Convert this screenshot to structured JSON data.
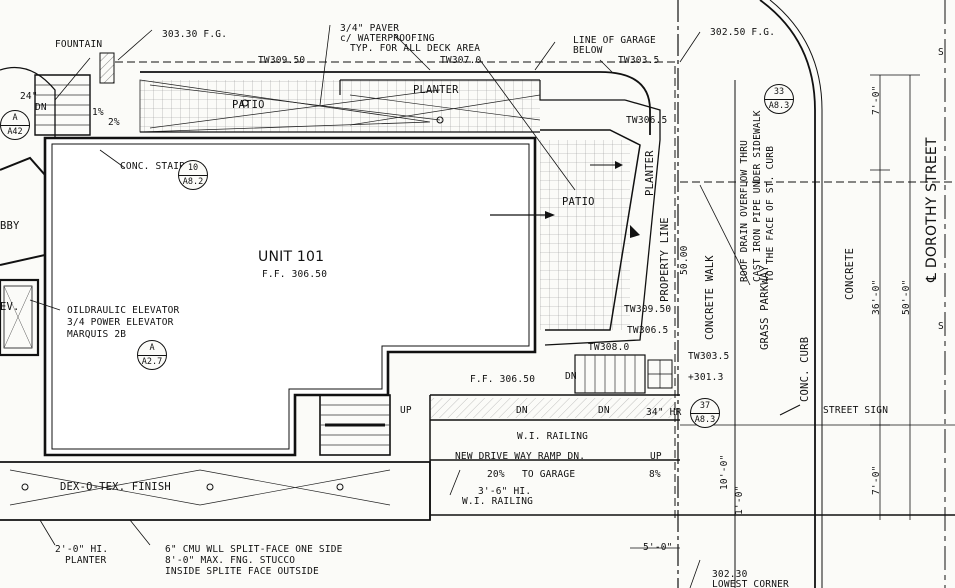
{
  "rooms": {
    "unit": "UNIT 101",
    "unit_ff": "F.F. 306.50",
    "patio_left": "PATIO",
    "patio_right": "PATIO",
    "lobby": "BBY",
    "elev": "EV."
  },
  "notes": {
    "fountain": "FOUNTAIN",
    "fg_30330": "303.30 F.G.",
    "paver": "3/4\" PAVER",
    "waterproofing": "c/ WATERPROOFING",
    "typ_deck": "TYP. FOR ALL DECK AREA",
    "tw_30950": "TW309.50",
    "tw_3070": "TW307.0",
    "line_garage_1": "LINE OF GARAGE",
    "line_garage_2": "BELOW",
    "tw_3033": "TW303.5",
    "fg_30250": "302.50 F.G.",
    "planter_top": "PLANTER",
    "planter_right": "PLANTER",
    "property_line": "PROPERTY LINE",
    "tw_3065a": "TW306.5",
    "tw_30930": "TW309.50",
    "tw_3065b": "TW306.5",
    "tw_3080": "TW308.0",
    "tw_3033b": "TW303.5",
    "el_3013": "+301.3",
    "ff_30650b": "F.F. 306.50",
    "dn1": "DN",
    "dn2": "DN",
    "dn3": "DN",
    "dn4": "DN",
    "dn5": "DN",
    "up1": "UP",
    "up2": "UP",
    "hr_34": "34\" HR",
    "wi_railing": "W.I. RAILING",
    "ramp": "NEW DRIVE WAY RAMP DN.",
    "pct20": "20%",
    "to_garage": "TO GARAGE",
    "pct8": "8%",
    "dexotex": "DEX-O-TEX. FINISH",
    "railing_h1": "3'-6\" HI.",
    "railing_h2": "W.I. RAILING",
    "planter_h1": "2'-0\" HI.",
    "planter_h2": "PLANTER",
    "cmu1": "6\" CMU WLL SPLIT-FACE ONE SIDE",
    "cmu2": "8'-0\" MAX. FNG. STUCCO",
    "cmu3": "INSIDE SPLITE FACE OUTSIDE",
    "dim_50": "5'-0\"",
    "fg_30230": "302.30",
    "lowest_corner": "LOWEST CORNER",
    "conc_stair": "CONC. STAIR",
    "elev1": "OILDRAULIC ELEVATOR",
    "elev2": "3/4 POWER ELEVATOR",
    "elev3": "MARQUIS 2B",
    "street_sign": "STREET SIGN",
    "hr_24": "24\"",
    "slope_1": "1%",
    "slope_2": "2%"
  },
  "street": {
    "concrete_walk": "CONCRETE WALK",
    "grass_parkway": "GRASS PARKWAY",
    "conc_curb": "CONC. CURB",
    "concrete": "CONCRETE",
    "street_name": "℄ DOROTHY STREET",
    "roof_drain_1": "ROOF DRAIN OVERFLOW THRU",
    "roof_drain_2": "CAST IRON PIPE UNDER SIDEWALK",
    "roof_drain_3": "TO THE FACE OF ST. CURB",
    "dim_7a": "7'-0\"",
    "dim_36": "36'-0\"",
    "dim_50b": "50'-0\"",
    "dim_7b": "7'-0\"",
    "dim_10": "10'-0\"",
    "dim_1": "1'-0\"",
    "dim_500": "50.00",
    "s1": "S",
    "s2": "S"
  },
  "bubbles": [
    {
      "top": "10",
      "bot": "A8.2"
    },
    {
      "top": "33",
      "bot": "A8.3"
    },
    {
      "top": "A",
      "bot": "A42"
    },
    {
      "top": "A",
      "bot": "A2.7"
    },
    {
      "top": "37",
      "bot": "A8.3"
    }
  ]
}
